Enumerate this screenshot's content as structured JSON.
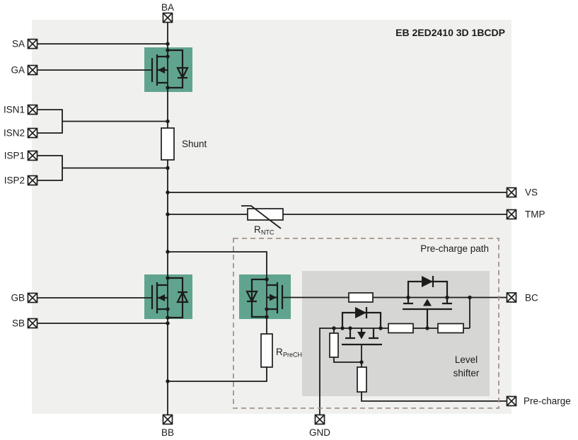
{
  "title": "EB 2ED2410 3D 1BCDP",
  "terminals": {
    "ba": "BA",
    "bb": "BB",
    "gnd": "GND",
    "sa": "SA",
    "ga": "GA",
    "isn1": "ISN1",
    "isn2": "ISN2",
    "isp1": "ISP1",
    "isp2": "ISP2",
    "gb": "GB",
    "sb": "SB",
    "vs": "VS",
    "tmp": "TMP",
    "bc": "BC",
    "precharge": "Pre-charge"
  },
  "labels": {
    "shunt": "Shunt",
    "precharge_path": "Pre-charge path",
    "level_shifter_line1": "Level",
    "level_shifter_line2": "shifter",
    "r_ntc_base": "R",
    "r_ntc_sub": "NTC",
    "r_prech_base": "R",
    "r_prech_sub": "PreCH"
  },
  "colors": {
    "background": "#f0f0ee",
    "mosfet_highlight": "#60a48f",
    "level_shifter_box": "#d6d6d4",
    "dashed_outline": "#a2928a",
    "wire": "#1c1c1a"
  }
}
